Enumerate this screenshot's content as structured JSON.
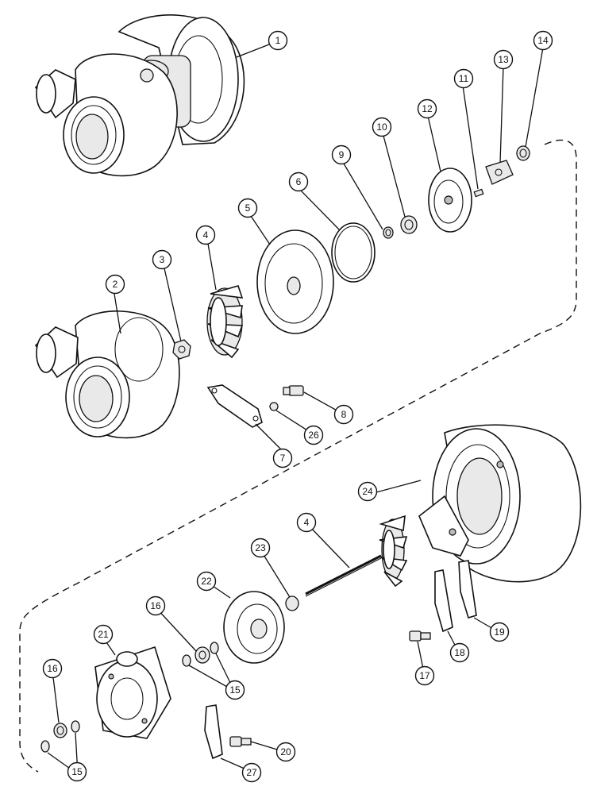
{
  "callouts": [
    {
      "id": "c1",
      "label": "1"
    },
    {
      "id": "c2",
      "label": "2"
    },
    {
      "id": "c3",
      "label": "3"
    },
    {
      "id": "c4a",
      "label": "4"
    },
    {
      "id": "c5",
      "label": "5"
    },
    {
      "id": "c6",
      "label": "6"
    },
    {
      "id": "c7",
      "label": "7"
    },
    {
      "id": "c8",
      "label": "8"
    },
    {
      "id": "c9",
      "label": "9"
    },
    {
      "id": "c10",
      "label": "10"
    },
    {
      "id": "c11",
      "label": "11"
    },
    {
      "id": "c12",
      "label": "12"
    },
    {
      "id": "c13",
      "label": "13"
    },
    {
      "id": "c14",
      "label": "14"
    },
    {
      "id": "c26",
      "label": "26"
    },
    {
      "id": "c24",
      "label": "24"
    },
    {
      "id": "c4b",
      "label": "4"
    },
    {
      "id": "c23",
      "label": "23"
    },
    {
      "id": "c22",
      "label": "22"
    },
    {
      "id": "c16a",
      "label": "16"
    },
    {
      "id": "c21",
      "label": "21"
    },
    {
      "id": "c15a",
      "label": "15"
    },
    {
      "id": "c16b",
      "label": "16"
    },
    {
      "id": "c15b",
      "label": "15"
    },
    {
      "id": "c17",
      "label": "17"
    },
    {
      "id": "c18",
      "label": "18"
    },
    {
      "id": "c19",
      "label": "19"
    },
    {
      "id": "c20",
      "label": "20"
    },
    {
      "id": "c27",
      "label": "27"
    }
  ]
}
